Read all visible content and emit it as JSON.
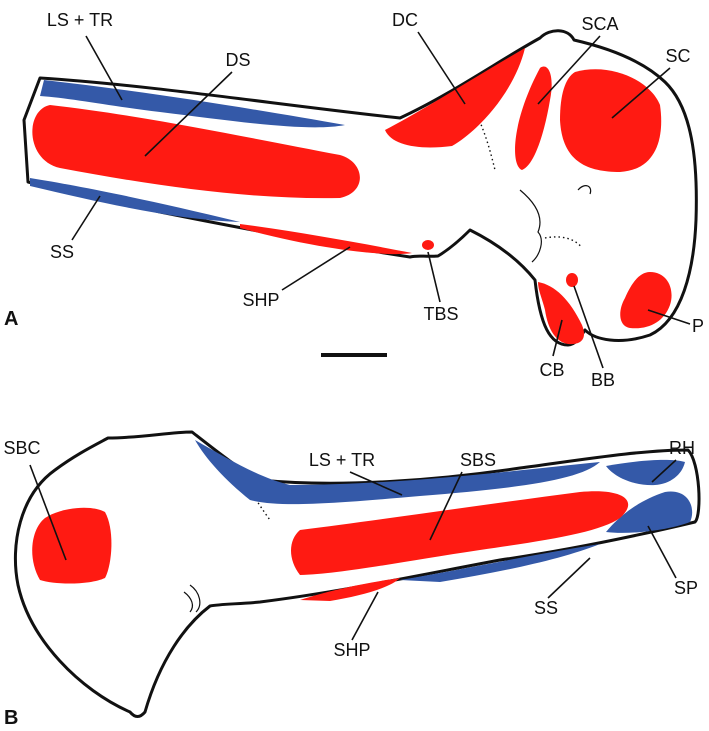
{
  "colors": {
    "muscle_attachment": "#ff1a12",
    "ligament_attachment": "#3459a8",
    "outline": "#111111"
  },
  "panels": {
    "a": {
      "letter": "A",
      "labels": {
        "ls_tr": "LS + TR",
        "ds": "DS",
        "dc": "DC",
        "sca": "SCA",
        "sc": "SC",
        "ss": "SS",
        "shp": "SHP",
        "tbs": "TBS",
        "cb": "CB",
        "bb": "BB",
        "p": "P"
      }
    },
    "b": {
      "letter": "B",
      "labels": {
        "sbc": "SBC",
        "ls_tr": "LS + TR",
        "sbs": "SBS",
        "rh": "RH",
        "sp": "SP",
        "ss": "SS",
        "shp": "SHP"
      }
    }
  }
}
